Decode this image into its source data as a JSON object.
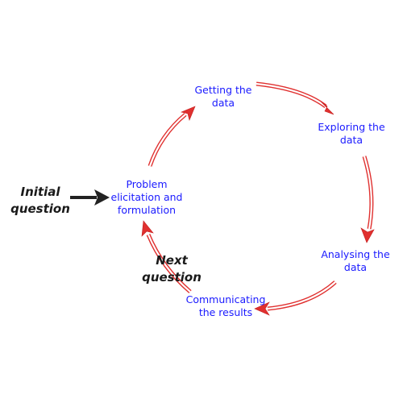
{
  "nodes": {
    "getting": {
      "line1": "Getting the",
      "line2": "data"
    },
    "exploring": {
      "line1": "Exploring the",
      "line2": "data"
    },
    "analysing": {
      "line1": "Analysing the",
      "line2": "data"
    },
    "communicating": {
      "line1": "Communicating",
      "line2": "the results"
    },
    "problem": {
      "line1": "Problem",
      "line2": "elicitation and",
      "line3": "formulation"
    }
  },
  "inputs": {
    "initial": {
      "line1": "Initial",
      "line2": "question"
    },
    "next": {
      "line1": "Next",
      "line2": "question"
    }
  },
  "colors": {
    "node_text": "#1a1aff",
    "cycle_arrow": "#e0302f",
    "input_arrow": "#222222",
    "input_text": "#1a1a1a"
  }
}
